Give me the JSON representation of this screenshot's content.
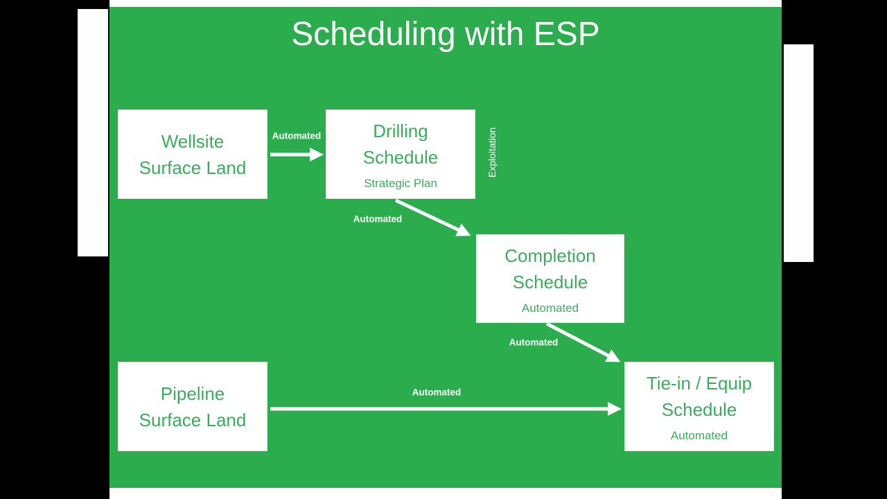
{
  "title": "Scheduling with ESP",
  "colors": {
    "slide_green": "#2bad4e",
    "box_background": "#ffffff",
    "box_text_green": "#3bac5c",
    "arrow_and_label_white": "#ffffff",
    "letterbox_black": "#000000"
  },
  "boxes": {
    "wellsite": {
      "line1": "Wellsite",
      "line2": "Surface Land"
    },
    "drilling": {
      "line1": "Drilling",
      "line2": "Schedule",
      "subtitle": "Strategic Plan"
    },
    "completion": {
      "line1": "Completion",
      "line2": "Schedule",
      "subtitle": "Automated"
    },
    "tiein": {
      "line1": "Tie-in / Equip",
      "line2": "Schedule",
      "subtitle": "Automated"
    },
    "pipeline": {
      "line1": "Pipeline",
      "line2": "Surface Land"
    }
  },
  "arrow_labels": {
    "wellsite_to_drilling": "Automated",
    "drilling_to_completion": "Automated",
    "completion_to_tiein": "Automated",
    "pipeline_to_tiein": "Automated"
  },
  "vertical_label": "Exploitation"
}
